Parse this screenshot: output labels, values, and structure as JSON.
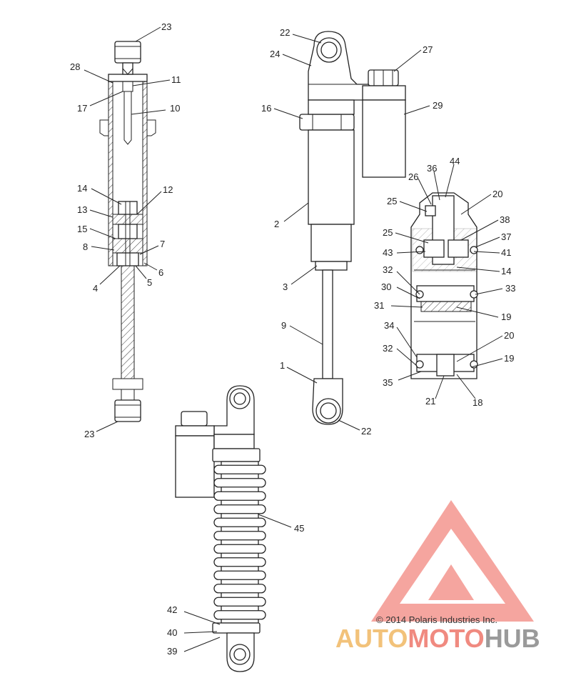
{
  "copyright": "© 2014 Polaris Industries Inc.",
  "brand": {
    "part1": "AUTO",
    "part2": "MOTO",
    "part3": "HUB",
    "color1": "#f2c27a",
    "color2": "#f08a80",
    "color3": "#9a9a9a",
    "logo_color": "#f06a60"
  },
  "callouts": {
    "c23a": "23",
    "c28": "28",
    "c11": "11",
    "c17": "17",
    "c10": "10",
    "c14a": "14",
    "c12": "12",
    "c13": "13",
    "c15": "15",
    "c8": "8",
    "c7": "7",
    "c6": "6",
    "c4": "4",
    "c5": "5",
    "c23b": "23",
    "c22a": "22",
    "c24": "24",
    "c27": "27",
    "c16": "16",
    "c29": "29",
    "c2": "2",
    "c3": "3",
    "c9": "9",
    "c1": "1",
    "c22b": "22",
    "c44": "44",
    "c36": "36",
    "c26": "26",
    "c20a": "20",
    "c25a": "25",
    "c38": "38",
    "c25b": "25",
    "c37": "37",
    "c43": "43",
    "c41": "41",
    "c14b": "14",
    "c32a": "32",
    "c33": "33",
    "c30": "30",
    "c31": "31",
    "c19a": "19",
    "c34": "34",
    "c20b": "20",
    "c32b": "32",
    "c19b": "19",
    "c35": "35",
    "c21": "21",
    "c18": "18",
    "c45": "45",
    "c42": "42",
    "c40": "40",
    "c39": "39"
  }
}
